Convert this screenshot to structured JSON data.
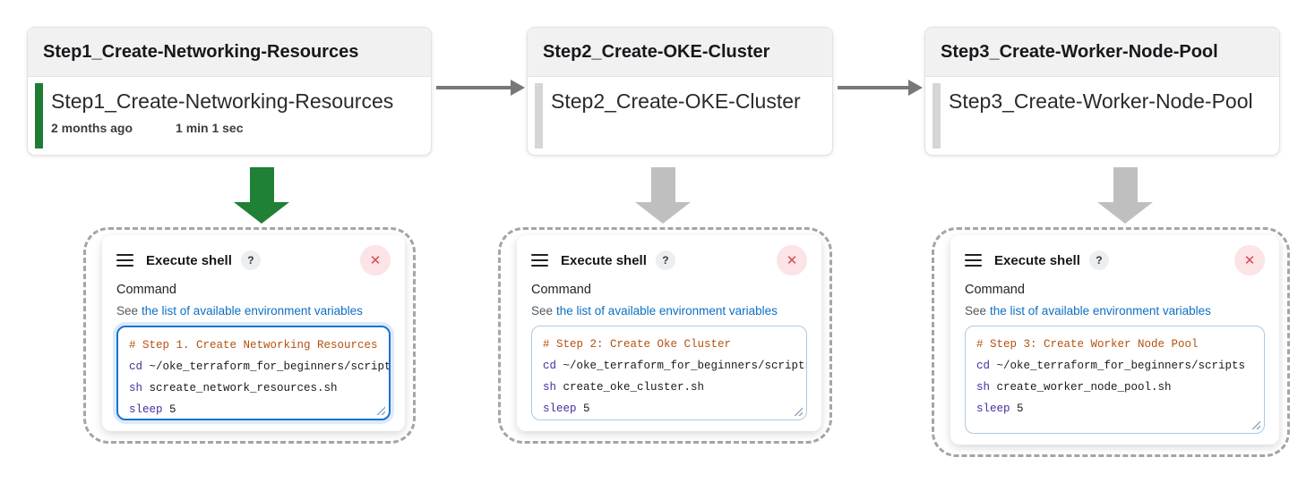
{
  "stages": [
    {
      "header": "Step1_Create-Networking-Resources",
      "title": "Step1_Create-Networking-Resources",
      "age": "2 months ago",
      "duration": "1 min 1 sec"
    },
    {
      "header": "Step2_Create-OKE-Cluster",
      "title": "Step2_Create-OKE-Cluster",
      "age": "",
      "duration": ""
    },
    {
      "header": "Step3_Create-Worker-Node-Pool",
      "title": "Step3_Create-Worker-Node-Pool",
      "age": "",
      "duration": ""
    }
  ],
  "shell_panels": [
    {
      "title": "Execute shell",
      "help": "?",
      "close": "✕",
      "command_label": "Command",
      "see_prefix": "See",
      "env_link": "the list of available environment variables",
      "comment": "# Step 1. Create Networking Resources",
      "lines": [
        {
          "kw": "cd",
          "rest": " ~/oke_terraform_for_beginners/scripts"
        },
        {
          "kw": "sh",
          "rest": " screate_network_resources.sh"
        },
        {
          "kw": "sleep",
          "rest": " 5"
        }
      ]
    },
    {
      "title": "Execute shell",
      "help": "?",
      "close": "✕",
      "command_label": "Command",
      "see_prefix": "See",
      "env_link": "the list of available environment variables",
      "comment": "# Step 2: Create Oke Cluster",
      "lines": [
        {
          "kw": "cd",
          "rest": " ~/oke_terraform_for_beginners/scripts"
        },
        {
          "kw": "sh",
          "rest": " create_oke_cluster.sh"
        },
        {
          "kw": "sleep",
          "rest": " 5"
        }
      ]
    },
    {
      "title": "Execute shell",
      "help": "?",
      "close": "✕",
      "command_label": "Command",
      "see_prefix": "See",
      "env_link": "the list of available environment variables",
      "comment": "# Step 3: Create Worker Node Pool",
      "lines": [
        {
          "kw": "cd",
          "rest": " ~/oke_terraform_for_beginners/scripts"
        },
        {
          "kw": "sh",
          "rest": " create_worker_node_pool.sh"
        },
        {
          "kw": "sleep",
          "rest": " 5"
        }
      ]
    }
  ],
  "colors": {
    "success_green": "#1f7d33",
    "pending_gray": "#d6d6d6",
    "connector_arrow_gray": "#787878",
    "block_arrow_gray": "#bfbfbf",
    "link_blue": "#0d6fc4",
    "comment_orange": "#b4510e",
    "keyword_purple": "#4a2ea0",
    "focused_border_blue": "#1b73cf",
    "close_red": "#d64b57"
  }
}
